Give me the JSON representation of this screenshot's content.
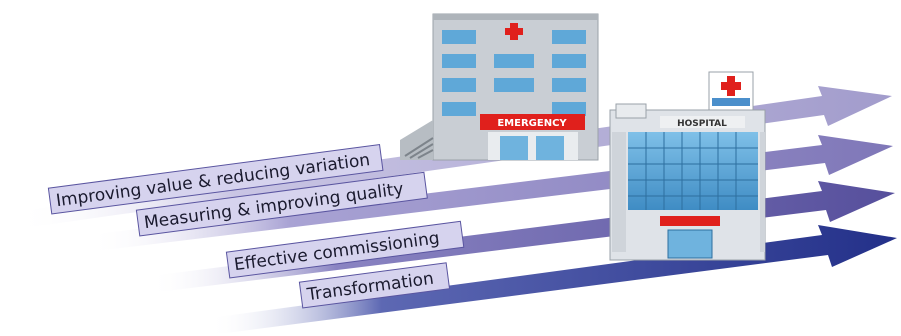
{
  "labels": {
    "row1": "Improving value & reducing variation",
    "row2": "Measuring & improving quality",
    "row3": "Effective commissioning",
    "row4": "Transformation"
  },
  "signs": {
    "emergency": "EMERGENCY",
    "hospital": "HOSPITAL"
  },
  "colors": {
    "arrow1": "#a29ccc",
    "arrow2": "#8078b8",
    "arrow3": "#5a55a0",
    "arrow4": "#27358c",
    "label_fill": "#d6d3ee",
    "red_cross": "#e0201c"
  }
}
